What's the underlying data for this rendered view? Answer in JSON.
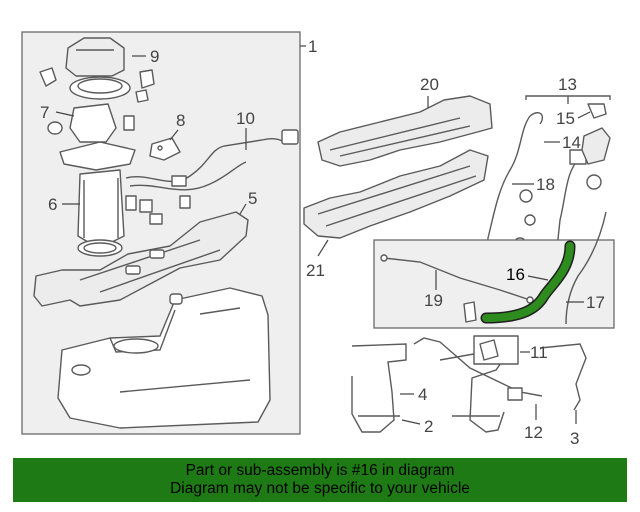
{
  "callouts": {
    "c1": "1",
    "c2": "2",
    "c3": "3",
    "c4": "4",
    "c5": "5",
    "c6": "6",
    "c7": "7",
    "c8": "8",
    "c9": "9",
    "c10": "10",
    "c11": "11",
    "c12": "12",
    "c13": "13",
    "c14": "14",
    "c15": "15",
    "c16": "16",
    "c17": "17",
    "c18": "18",
    "c19": "19",
    "c20": "20",
    "c21": "21"
  },
  "highlight_color": "#2e8b1e",
  "banner": {
    "line1": "Part or sub-assembly is #16 in diagram",
    "line2": "Diagram may not be specific to your vehicle",
    "background": "#1e7a14"
  }
}
